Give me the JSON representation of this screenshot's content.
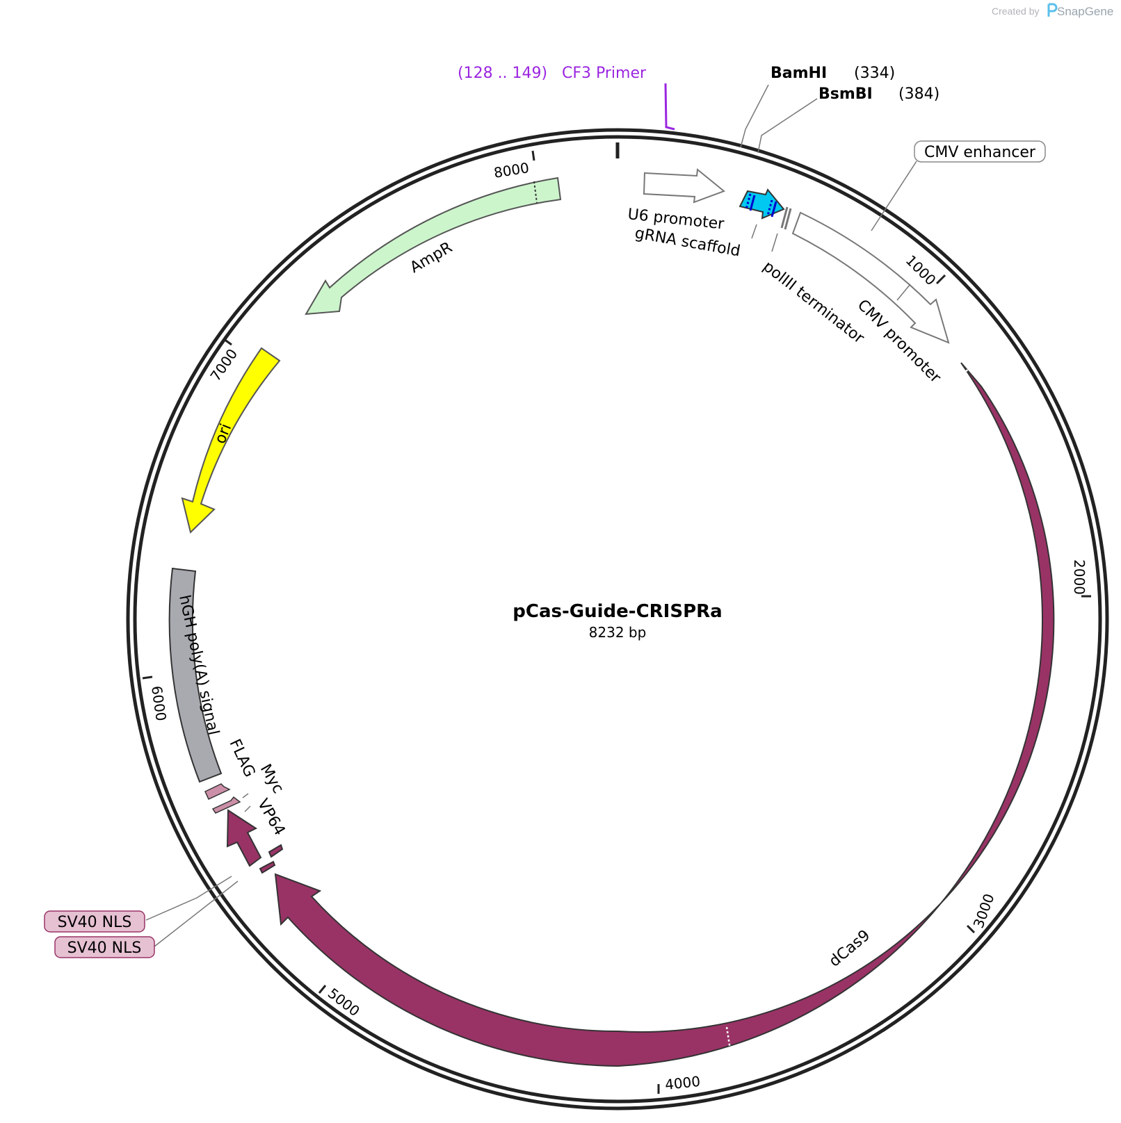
{
  "credit": {
    "prefix": "Created by",
    "brand": "SnapGene"
  },
  "plasmid": {
    "name": "pCas-Guide-CRISPRa",
    "size": "8232 bp"
  },
  "ticks": [
    "1000",
    "2000",
    "3000",
    "4000",
    "5000",
    "6000",
    "7000",
    "8000"
  ],
  "primer": {
    "range": "(128 .. 149)",
    "name": "CF3 Primer",
    "color": "#9b26e0"
  },
  "sites": [
    {
      "name": "BamHI",
      "pos": "(334)"
    },
    {
      "name": "BsmBI",
      "pos": "(384)"
    }
  ],
  "features": {
    "u6_promoter": "U6 promoter",
    "grna_scaffold": "gRNA scaffold",
    "poliii_terminator": "polIII terminator",
    "cmv_enhancer": "CMV enhancer",
    "cmv_promoter": "CMV promoter",
    "dcas9": "dCas9",
    "vp64": "VP64",
    "myc": "Myc",
    "flag": "FLAG",
    "sv40_nls_1": "SV40 NLS",
    "sv40_nls_2": "SV40 NLS",
    "hgh_polya": "hGH poly(A) signal",
    "ori": "ori",
    "ampr": "AmpR"
  },
  "colors": {
    "dcas9": "#993366",
    "ampr": "#ccf5cc",
    "ori": "#ffff00",
    "hgh": "#a8aab0",
    "grna": "#00c8f0",
    "tag": "#cc8fa8",
    "nls_label_bg": "#e6c1d2"
  }
}
